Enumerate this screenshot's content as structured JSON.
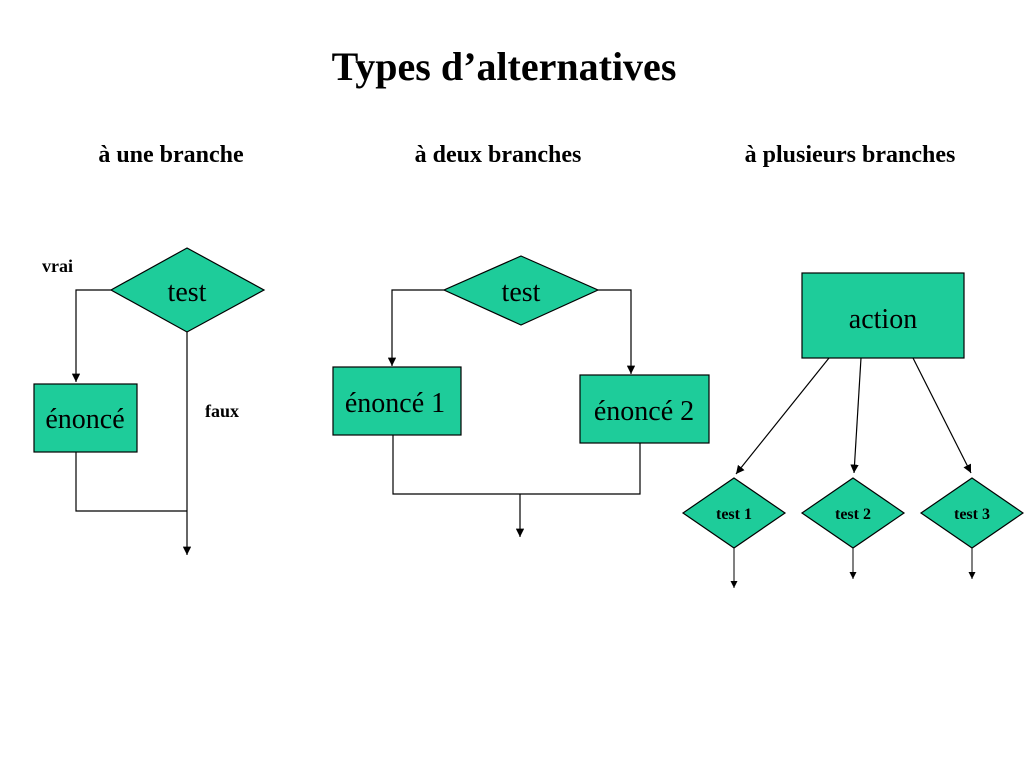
{
  "title": "Types d’alternatives",
  "headings": {
    "one_branch": "à une branche",
    "two_branches": "à deux branches",
    "multi_branches": "à plusieurs branches"
  },
  "one_branch": {
    "test": "test",
    "statement": "énoncé",
    "true_label": "vrai",
    "false_label": "faux"
  },
  "two_branches": {
    "test": "test",
    "statement1": "énoncé 1",
    "statement2": "énoncé 2"
  },
  "multi_branches": {
    "action": "action",
    "test1": "test 1",
    "test2": "test 2",
    "test3": "test 3"
  },
  "colors": {
    "fill": "#1ecc9a",
    "stroke": "#000000"
  }
}
